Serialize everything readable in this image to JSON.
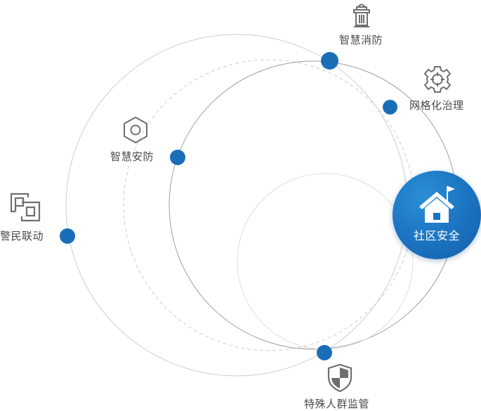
{
  "hub": {
    "label": "社区安全",
    "icon": "house-flag-icon",
    "color": "#1a6eb8"
  },
  "nodes": [
    {
      "label": "智慧消防",
      "icon": "fire-hydrant-icon"
    },
    {
      "label": "网格化治理",
      "icon": "gear-target-icon"
    },
    {
      "label": "智慧安防",
      "icon": "hexagon-nut-icon"
    },
    {
      "label": "警民联动",
      "icon": "interlocked-squares-icon"
    },
    {
      "label": "特殊人群监管",
      "icon": "shield-icon"
    }
  ],
  "colors": {
    "dot": "#1a6eb8",
    "orbit_line": "#c8c8c8",
    "icon": "#6f6f6f",
    "text": "#4a4a4a"
  }
}
